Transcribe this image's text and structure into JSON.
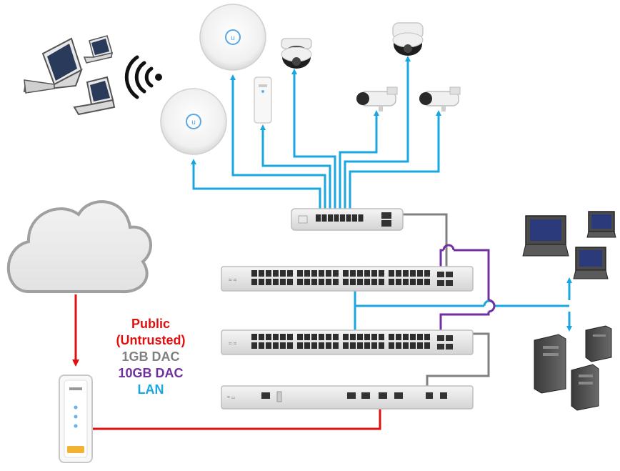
{
  "legend": {
    "public_line1": "Public",
    "public_line2": "(Untrusted)",
    "dac1g": "1GB DAC",
    "dac10g": "10GB DAC",
    "lan": "LAN"
  },
  "colors": {
    "public": "#e01010",
    "dac1g": "#808080",
    "dac10g": "#7030a0",
    "lan": "#1aa7e0"
  },
  "icons": [
    "laptop-icon",
    "wifi-icon",
    "access-point-icon",
    "dome-camera-icon",
    "bullet-camera-icon",
    "mesh-access-point-icon",
    "poe-switch-8-port-icon",
    "switch-48-port-icon",
    "security-gateway-icon",
    "cloud-icon",
    "cable-modem-icon",
    "desktop-computer-icon",
    "server-tower-icon"
  ]
}
